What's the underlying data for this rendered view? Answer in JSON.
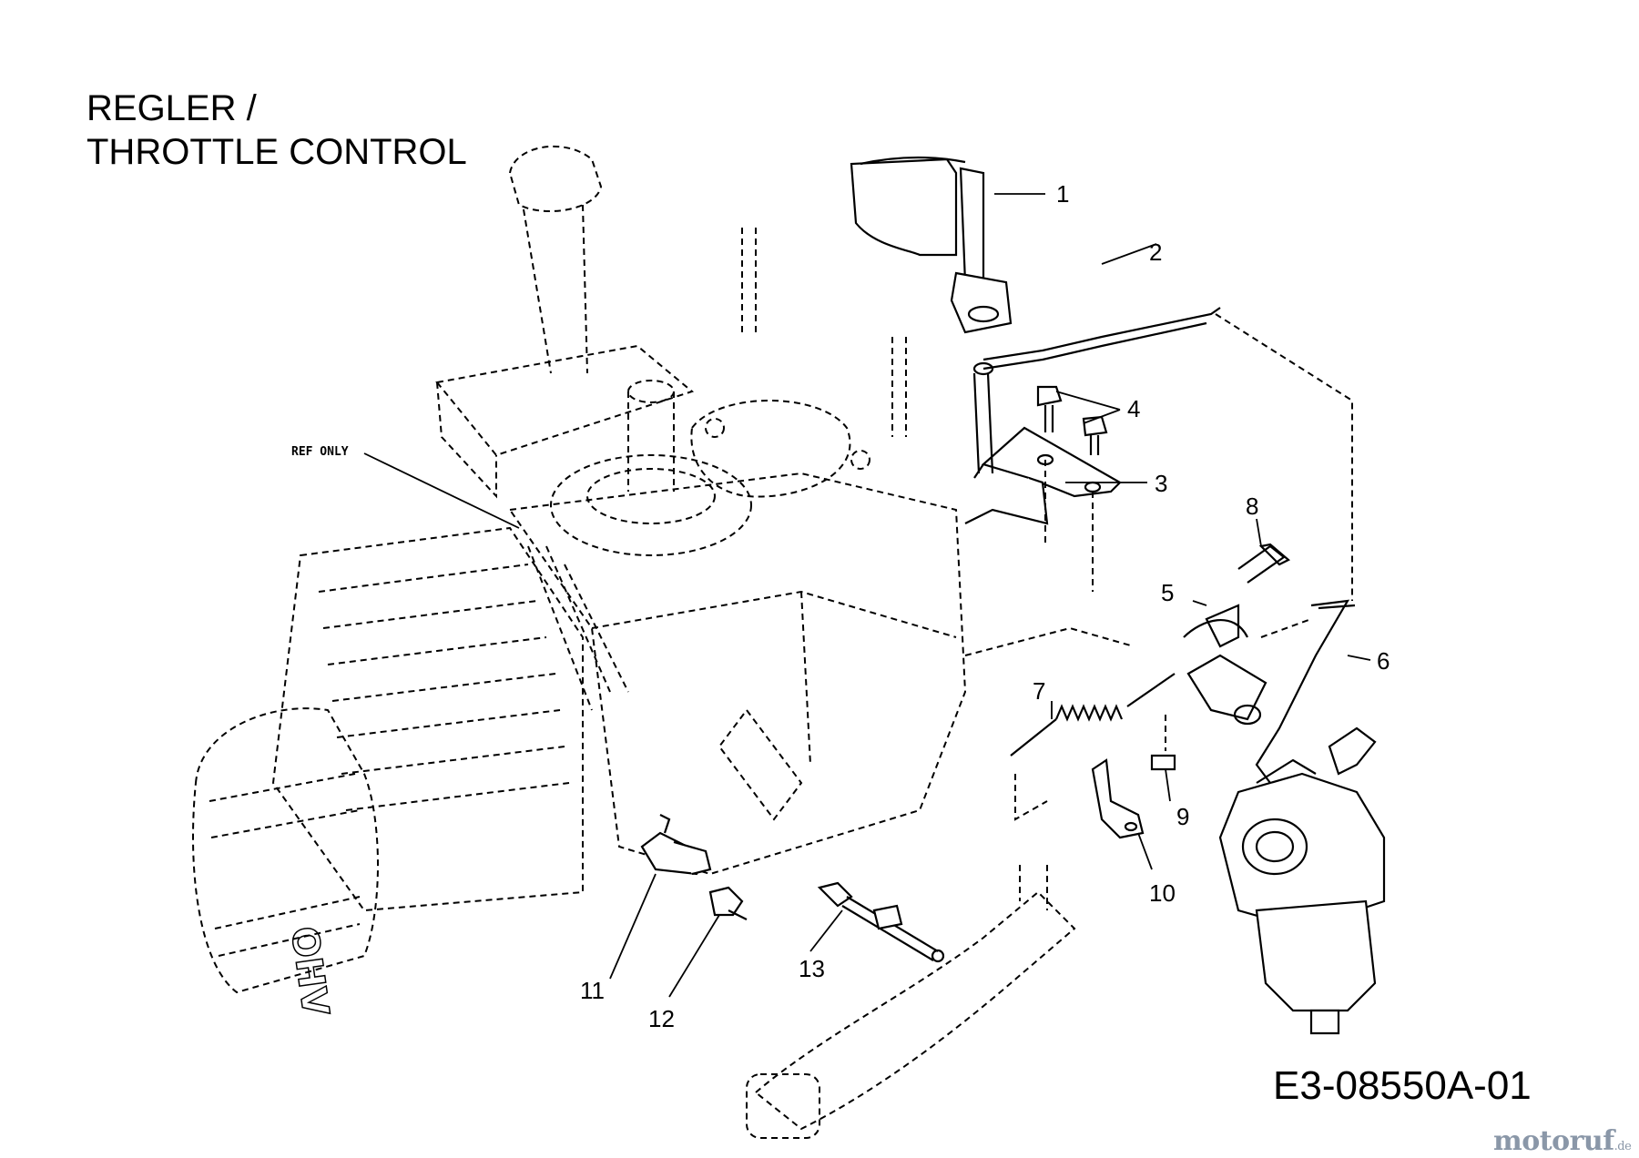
{
  "title": {
    "line1": "REGLER /",
    "line2": "THROTTLE CONTROL"
  },
  "ref_label": "REF ONLY",
  "callouts": [
    "1",
    "2",
    "3",
    "4",
    "5",
    "6",
    "7",
    "8",
    "9",
    "10",
    "11",
    "12",
    "13"
  ],
  "document_number": "E3-08550A-01",
  "watermark": {
    "brand": "motoruf",
    "tld": ".de"
  },
  "engine_badge": "OHV"
}
